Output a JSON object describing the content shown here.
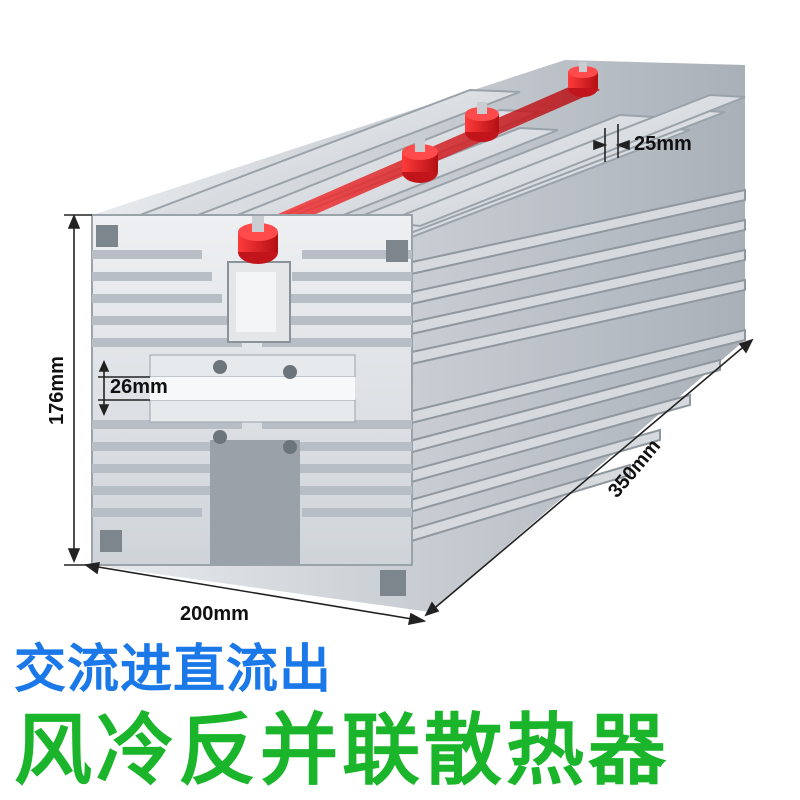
{
  "dimensions": {
    "width": "200mm",
    "height": "176mm",
    "gap": "26mm",
    "fin_pitch": "25mm",
    "depth": "350mm"
  },
  "caption": {
    "line1": "交流进直流出",
    "line2": "风冷反并联散热器"
  },
  "colors": {
    "caption_line1": "#1a78e8",
    "caption_line2": "#1ab52a",
    "aluminum": "#d9dde2",
    "terminal_red": "#e01c24"
  }
}
